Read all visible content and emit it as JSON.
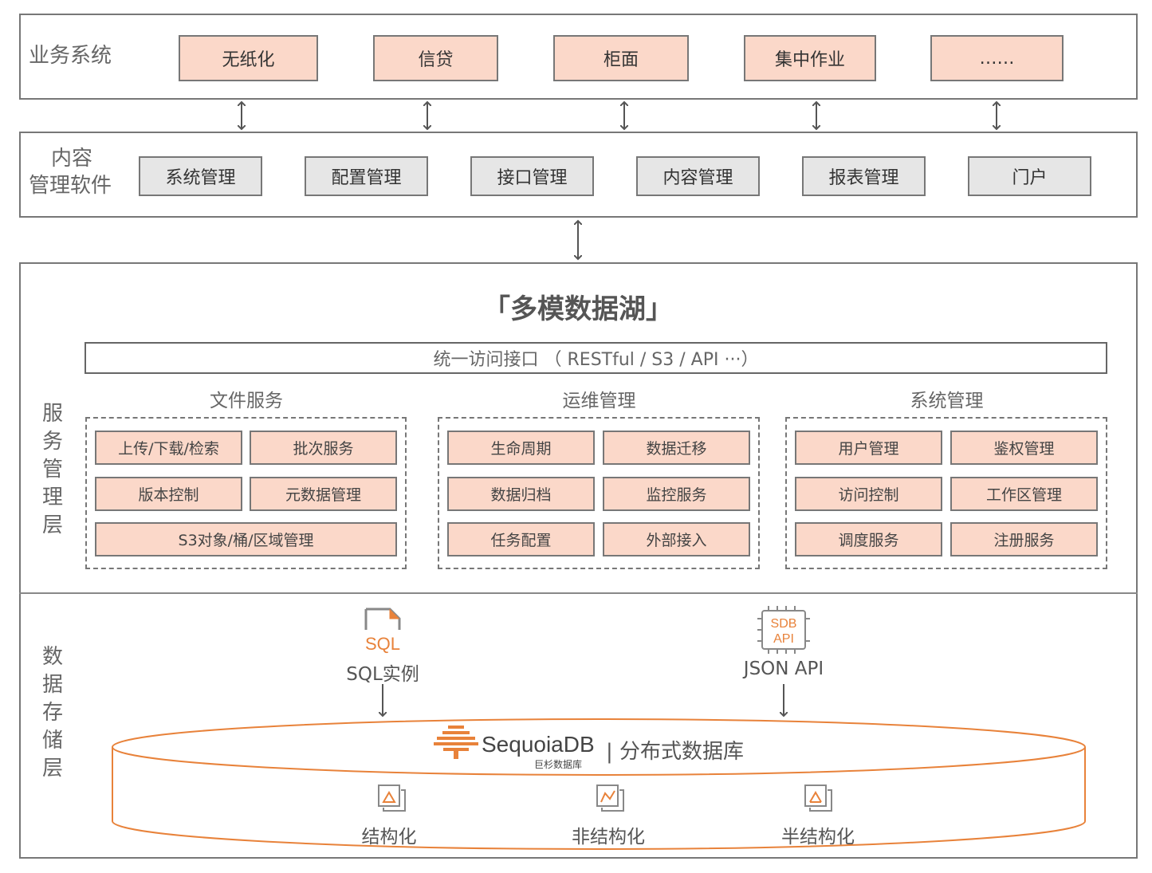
{
  "business": {
    "label": "业务系统",
    "items": [
      "无纸化",
      "信贷",
      "柜面",
      "集中作业",
      "……"
    ]
  },
  "cms": {
    "label_line1": "内容",
    "label_line2": "管理软件",
    "items": [
      "系统管理",
      "配置管理",
      "接口管理",
      "内容管理",
      "报表管理",
      "门户"
    ]
  },
  "service_layer": {
    "label": "服务管理层",
    "title": "「多模数据湖」",
    "interface": "统一访问接口 （ RESTful / S3 / API ···）",
    "groups": [
      {
        "title": "文件服务",
        "items": [
          "上传/下载/检索",
          "批次服务",
          "版本控制",
          "元数据管理",
          "S3对象/桶/区域管理"
        ]
      },
      {
        "title": "运维管理",
        "items": [
          "生命周期",
          "数据迁移",
          "数据归档",
          "监控服务",
          "任务配置",
          "外部接入"
        ]
      },
      {
        "title": "系统管理",
        "items": [
          "用户管理",
          "鉴权管理",
          "访问控制",
          "工作区管理",
          "调度服务",
          "注册服务"
        ]
      }
    ]
  },
  "storage_layer": {
    "label": "数据存储层",
    "sql_icon_text": "SQL",
    "sql_label": "SQL实例",
    "api_icon_text_1": "SDB",
    "api_icon_text_2": "API",
    "api_label": "JSON API",
    "db_brand": "SequoiaDB",
    "db_brand_sub": "巨杉数据库",
    "db_desc": "| 分布式数据库",
    "types": [
      "结构化",
      "非结构化",
      "半结构化"
    ]
  },
  "colors": {
    "accent": "#e8823a",
    "box_fill": "#fbd8c9",
    "cms_fill": "#e6e6e6",
    "border": "#777777"
  }
}
